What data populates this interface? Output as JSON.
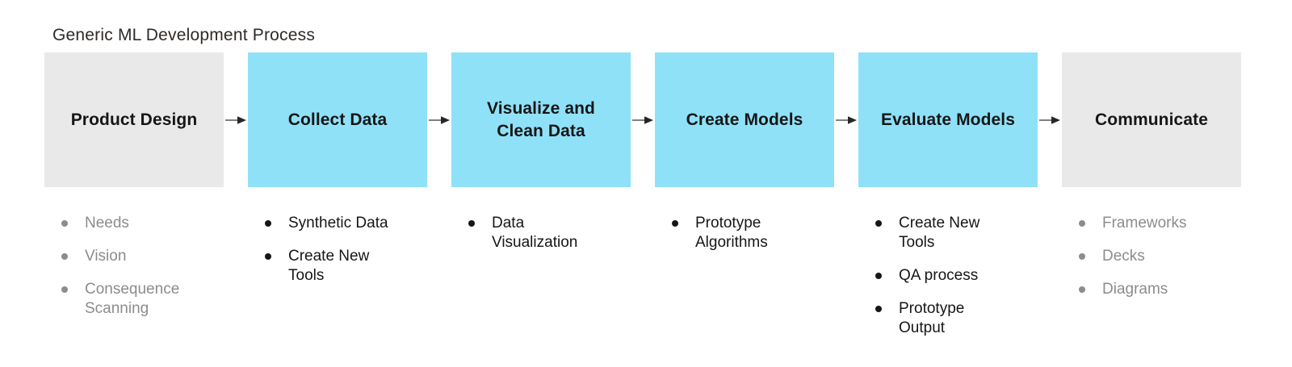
{
  "title": "Generic ML Development Process",
  "colors": {
    "stage_highlight": "#8FE1F8",
    "stage_neutral": "#E9E9E9",
    "title_text": "#2E2A27",
    "dark_text": "#161616",
    "muted_text": "#8C8C8C",
    "arrow_line": "#6E6E6E",
    "arrow_head": "#262626"
  },
  "stages": [
    {
      "id": "product-design",
      "label_lines": [
        "Product Design"
      ],
      "highlighted": false,
      "muted_list": true,
      "items": [
        [
          "Needs"
        ],
        [
          "Vision"
        ],
        [
          "Consequence",
          "Scanning"
        ]
      ]
    },
    {
      "id": "collect-data",
      "label_lines": [
        "Collect Data"
      ],
      "highlighted": true,
      "muted_list": false,
      "items": [
        [
          "Synthetic Data"
        ],
        [
          "Create New",
          "Tools"
        ]
      ]
    },
    {
      "id": "visualize-and-clean-data",
      "label_lines": [
        "Visualize and",
        "Clean Data"
      ],
      "highlighted": true,
      "muted_list": false,
      "items": [
        [
          "Data",
          "Visualization"
        ]
      ]
    },
    {
      "id": "create-models",
      "label_lines": [
        "Create Models"
      ],
      "highlighted": true,
      "muted_list": false,
      "items": [
        [
          "Prototype",
          "Algorithms"
        ]
      ]
    },
    {
      "id": "evaluate-models",
      "label_lines": [
        "Evaluate Models"
      ],
      "highlighted": true,
      "muted_list": false,
      "items": [
        [
          "Create New",
          "Tools"
        ],
        [
          "QA process"
        ],
        [
          "Prototype",
          "Output"
        ]
      ]
    },
    {
      "id": "communicate",
      "label_lines": [
        "Communicate"
      ],
      "highlighted": false,
      "muted_list": true,
      "items": [
        [
          "Frameworks"
        ],
        [
          "Decks"
        ],
        [
          "Diagrams"
        ]
      ]
    }
  ]
}
